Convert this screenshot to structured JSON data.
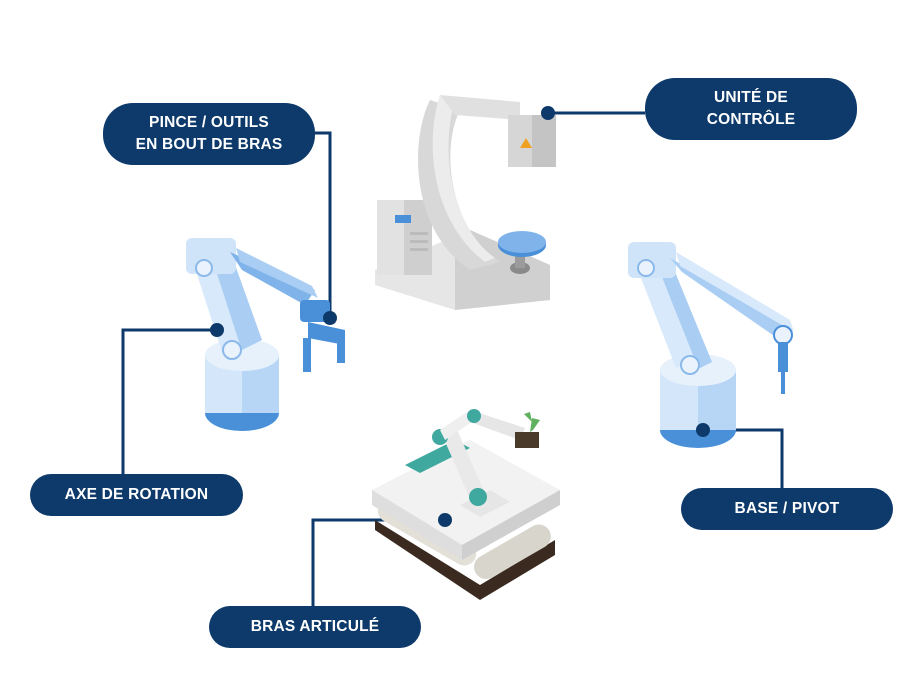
{
  "labels": {
    "gripper": {
      "line1": "PINCE / OUTILS",
      "line2": "EN BOUT DE BRAS"
    },
    "control_unit": {
      "line1": "UNITÉ DE",
      "line2": "CONTRÔLE"
    },
    "rotation_axis": {
      "text": "AXE DE ROTATION"
    },
    "base_pivot": {
      "text": "BASE / PIVOT"
    },
    "articulated_arm": {
      "text": "BRAS ARTICULÉ"
    }
  },
  "colors": {
    "label_bg": "#0d3a6b",
    "label_text": "#ffffff",
    "connector": "#0d3a6b",
    "robot_light": "#d8e9fb",
    "robot_mid": "#a9cdf3",
    "robot_dark": "#4a90d9",
    "machine_gray": "#e4e4e4",
    "teal": "#3fa9a0"
  }
}
